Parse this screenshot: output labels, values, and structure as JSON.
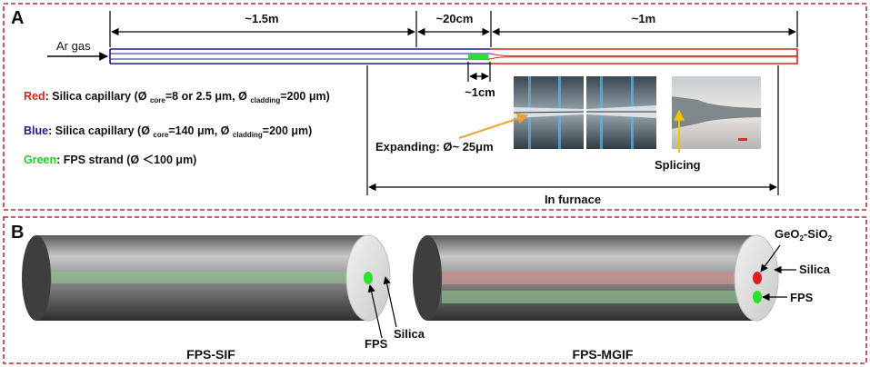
{
  "panels": {
    "a": {
      "letter": "A",
      "dims": {
        "seg1": "~1.5m",
        "seg2": "~20cm",
        "seg3": "~1m",
        "small": "~1cm"
      },
      "gas_label": "Ar gas",
      "legend": {
        "red": {
          "key": "Red",
          "text_a": ": Silica capillary (Ø ",
          "sub_core": "core",
          "text_b": "=8 or 2.5 μm, Ø ",
          "sub_clad": "cladding",
          "text_c": "=200 μm)"
        },
        "blue": {
          "key": "Blue",
          "text_a": ": Silica capillary (Ø ",
          "sub_core": "core",
          "text_b": "=140 μm, Ø ",
          "sub_clad": "cladding",
          "text_c": "=200 μm)"
        },
        "green": {
          "key": "Green",
          "text": ": FPS strand (Ø ＜100 μm)"
        }
      },
      "expanding_label": "Expanding: Ø~ 25μm",
      "splicing_label": "Splicing",
      "furnace_label": "In furnace"
    },
    "b": {
      "letter": "B",
      "left": {
        "caption": "FPS-SIF",
        "fps": "FPS",
        "silica": "Silica"
      },
      "right": {
        "caption": "FPS-MGIF",
        "geo2_main": "GeO",
        "geo2_sub": "2",
        "geo2_rest": "-SiO",
        "geo2_sub2": "2",
        "silica": "Silica",
        "fps": "FPS"
      }
    }
  },
  "colors": {
    "frame": "#b03030",
    "blue_capillary": "#1c1c8c",
    "red_capillary": "#e01e1e",
    "fps_green": "#2ee02e",
    "red_key": "#e01e1e",
    "blue_key": "#1c1c8c",
    "green_key": "#22cc22"
  }
}
